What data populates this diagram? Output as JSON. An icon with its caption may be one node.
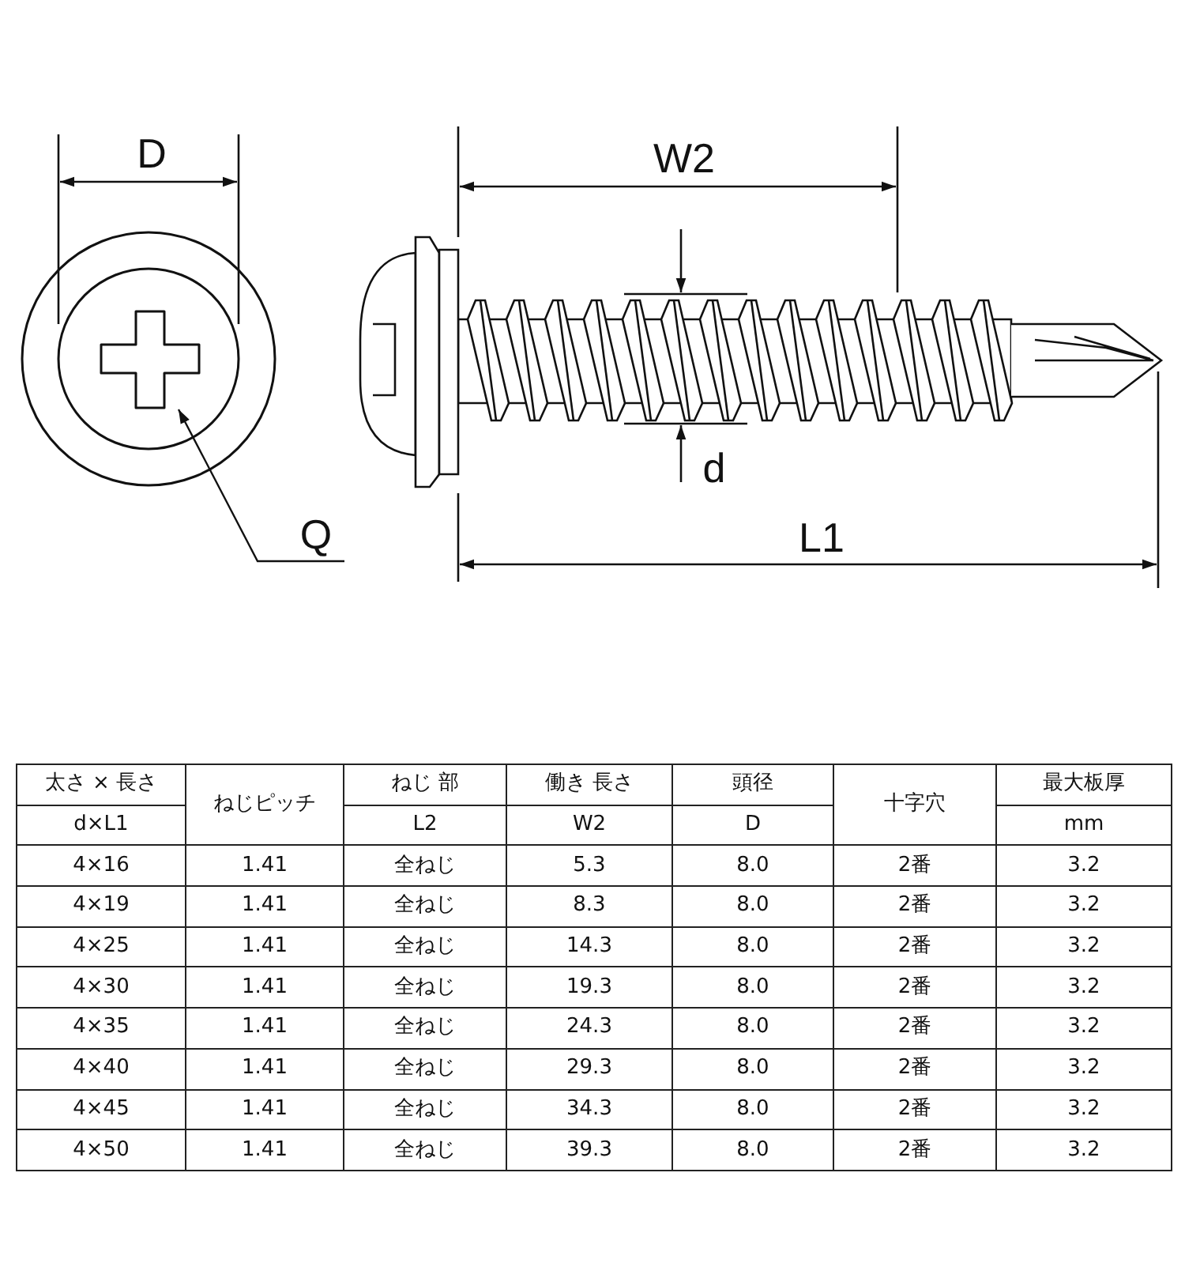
{
  "diagram": {
    "nodes": [
      {
        "text": [
          "Q"
        ]
      },
      {
        "text": [],
        "shape": "cross"
      }
    ],
    "edges": [
      {
        "from": 0,
        "to": 1,
        "arrow": "to"
      }
    ],
    "labels": [
      "D",
      "W2",
      "d",
      "L1",
      "太さ × 長さ",
      "ねじピッチ",
      "ねじ 部",
      "働き 長さ",
      "頭径",
      "十字穴",
      "最大板厚",
      "d×L1",
      "L2",
      "W2",
      "D",
      "mm",
      "4×16",
      "1.41",
      "全ねじ",
      "5.3",
      "8.0",
      "2番",
      "3.2",
      "4×19",
      "1.41",
      "全ねじ",
      "8.3",
      "8.0",
      "2番",
      "3.2",
      "4×25",
      "1.41",
      "全ねじ",
      "14.3",
      "8.0",
      "2番",
      "3.2",
      "4×30",
      "1.41",
      "全ねじ",
      "19.3",
      "8.0",
      "2番",
      "3.2",
      "4×35",
      "1.41",
      "全ねじ",
      "24.3",
      "8.0",
      "2番",
      "3.2",
      "4×40",
      "1.41",
      "全ねじ",
      "29.3",
      "8.0",
      "2番",
      "3.2",
      "4×45",
      "1.41",
      "全ねじ",
      "34.3",
      "8.0",
      "2番",
      "3.2",
      "4×50",
      "1.41",
      "全ねじ",
      "39.3",
      "8.0",
      "2番",
      "3.2"
    ]
  }
}
